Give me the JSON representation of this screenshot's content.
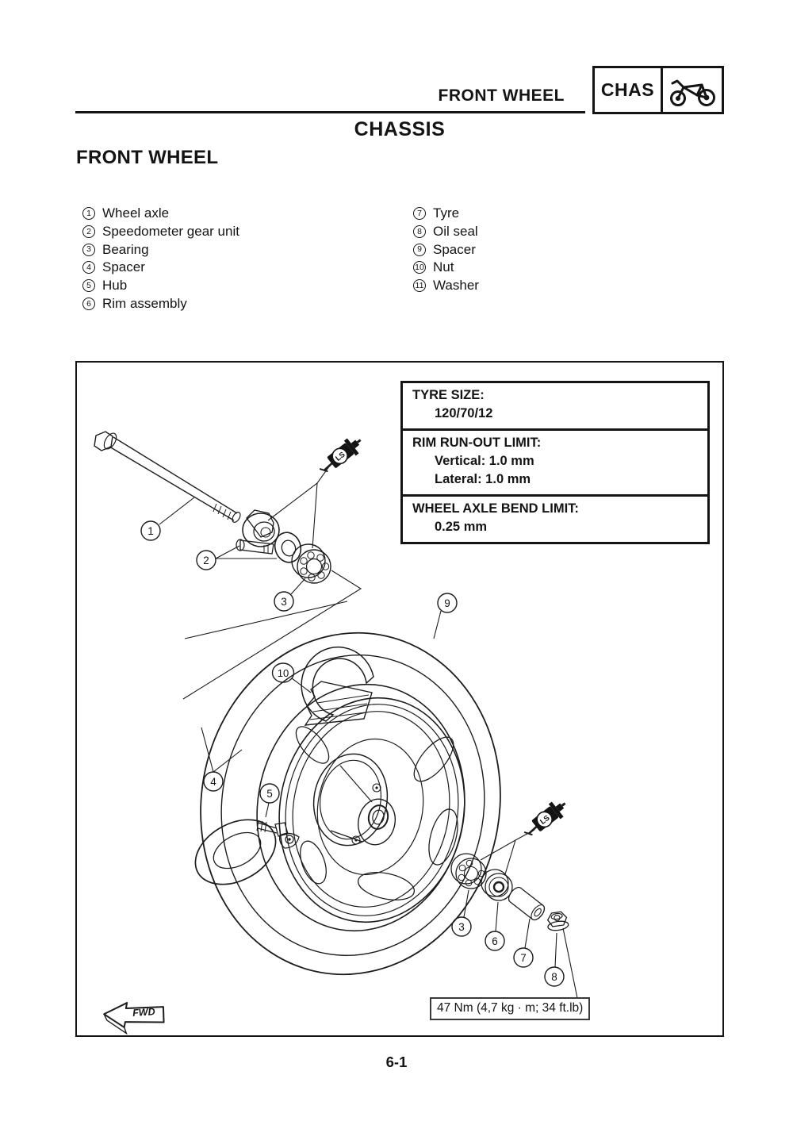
{
  "header": {
    "section_title": "FRONT WHEEL",
    "chapter_code": "CHAS"
  },
  "page": {
    "chapter_title": "CHASSIS",
    "heading": "FRONT WHEEL",
    "page_number": "6-1"
  },
  "parts_list": {
    "left": [
      {
        "num": "1",
        "label": "Wheel axle"
      },
      {
        "num": "2",
        "label": "Speedometer gear unit"
      },
      {
        "num": "3",
        "label": "Bearing"
      },
      {
        "num": "4",
        "label": "Spacer"
      },
      {
        "num": "5",
        "label": "Hub"
      },
      {
        "num": "6",
        "label": "Rim assembly"
      }
    ],
    "right": [
      {
        "num": "7",
        "label": "Tyre"
      },
      {
        "num": "8",
        "label": "Oil seal"
      },
      {
        "num": "9",
        "label": "Spacer"
      },
      {
        "num": "10",
        "label": "Nut"
      },
      {
        "num": "11",
        "label": "Washer"
      }
    ]
  },
  "specs": [
    {
      "title": "TYRE SIZE:",
      "lines": [
        "120/70/12"
      ]
    },
    {
      "title": "RIM RUN-OUT LIMIT:",
      "lines": [
        "Vertical: 1.0 mm",
        "Lateral: 1.0 mm"
      ]
    },
    {
      "title": "WHEEL AXLE BEND LIMIT:",
      "lines": [
        "0.25 mm"
      ]
    }
  ],
  "diagram": {
    "torque_note": "47 Nm (4,7 kg · m; 34 ft.lb)",
    "fwd_label": "FWD",
    "grease_label": "LS",
    "callouts": [
      "1",
      "2",
      "3",
      "4",
      "5",
      "9",
      "10",
      "3",
      "6",
      "7",
      "8"
    ]
  }
}
